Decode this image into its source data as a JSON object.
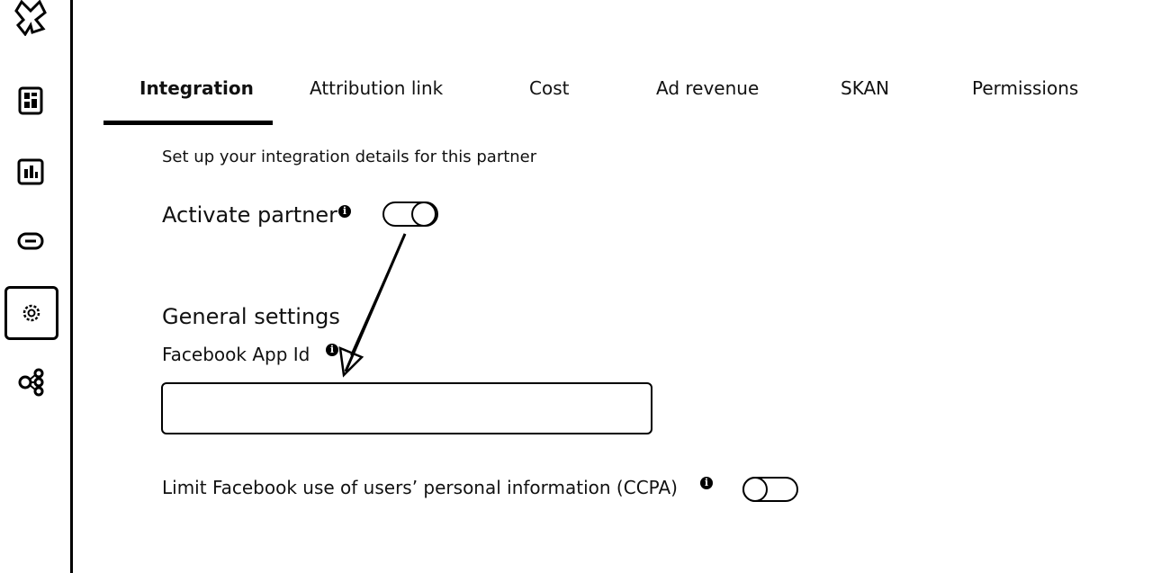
{
  "sidebar": {
    "items": [
      {
        "icon": "logo-icon"
      },
      {
        "icon": "dashboard-icon"
      },
      {
        "icon": "report-icon"
      },
      {
        "icon": "link-icon"
      },
      {
        "icon": "settings-icon",
        "active": true
      },
      {
        "icon": "partners-icon"
      }
    ]
  },
  "tabs": [
    {
      "label": "Integration",
      "active": true
    },
    {
      "label": "Attribution link"
    },
    {
      "label": "Cost"
    },
    {
      "label": "Ad revenue"
    },
    {
      "label": "SKAN"
    },
    {
      "label": "Permissions"
    }
  ],
  "main": {
    "subtitle": "Set up your integration details for this partner",
    "activate_label": "Activate partner",
    "activate_on": false,
    "section_title": "General settings",
    "app_id_label": "Facebook App Id",
    "app_id_value": "",
    "ccpa_label": "Limit Facebook use of users’ personal information (CCPA)",
    "ccpa_on": false,
    "info_glyph": "i"
  }
}
